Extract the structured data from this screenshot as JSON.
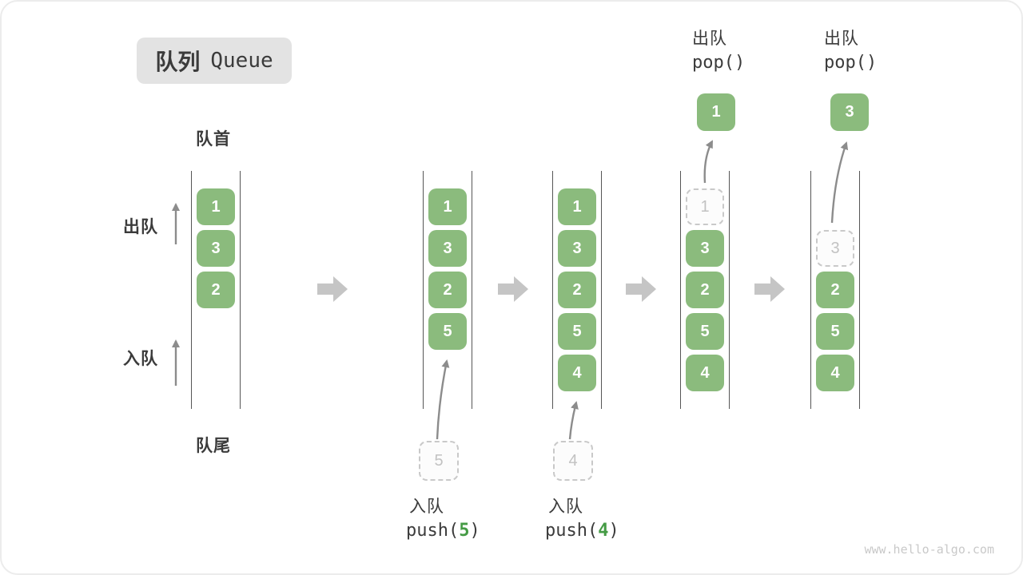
{
  "title": {
    "zh": "队列",
    "en": "Queue"
  },
  "side_labels": {
    "front": "队首",
    "rear": "队尾",
    "dequeue": "出队",
    "enqueue": "入队"
  },
  "watermark": "www.hello-algo.com",
  "colors": {
    "cell_green": "#8bbb7d",
    "code_operand_green": "#459b45",
    "block_arrow_gray": "#c5c5c5",
    "thin_arrow_gray": "#8c8c8c",
    "dashed_border_gray": "#c9c9c9",
    "dashed_text_gray": "#c2c2c2",
    "container_line": "#565656",
    "text_dark": "#3b3b3b",
    "title_bg": "#e3e3e3",
    "watermark_gray": "#c9c9c9"
  },
  "queue_states": [
    {
      "cells": [
        {
          "slot": 0,
          "value": "1"
        },
        {
          "slot": 1,
          "value": "3"
        },
        {
          "slot": 2,
          "value": "2"
        }
      ]
    },
    {
      "cells": [
        {
          "slot": 0,
          "value": "1"
        },
        {
          "slot": 1,
          "value": "3"
        },
        {
          "slot": 2,
          "value": "2"
        },
        {
          "slot": 3,
          "value": "5"
        }
      ],
      "enqueue": {
        "ghost_value": "5",
        "label": "入队",
        "code_pre": "push(",
        "code_value": "5",
        "code_post": ")"
      }
    },
    {
      "cells": [
        {
          "slot": 0,
          "value": "1"
        },
        {
          "slot": 1,
          "value": "3"
        },
        {
          "slot": 2,
          "value": "2"
        },
        {
          "slot": 3,
          "value": "5"
        },
        {
          "slot": 4,
          "value": "4"
        }
      ],
      "enqueue": {
        "ghost_value": "4",
        "label": "入队",
        "code_pre": "push(",
        "code_value": "4",
        "code_post": ")"
      }
    },
    {
      "cells": [
        {
          "slot": 0,
          "value": "1",
          "dashed": true
        },
        {
          "slot": 1,
          "value": "3"
        },
        {
          "slot": 2,
          "value": "2"
        },
        {
          "slot": 3,
          "value": "5"
        },
        {
          "slot": 4,
          "value": "4"
        }
      ],
      "dequeue": {
        "popped_value": "1",
        "label": "出队",
        "code": "pop()"
      }
    },
    {
      "cells": [
        {
          "slot": 1,
          "value": "3",
          "dashed": true
        },
        {
          "slot": 2,
          "value": "2"
        },
        {
          "slot": 3,
          "value": "5"
        },
        {
          "slot": 4,
          "value": "4"
        }
      ],
      "dequeue": {
        "popped_value": "3",
        "label": "出队",
        "code": "pop()"
      }
    }
  ]
}
